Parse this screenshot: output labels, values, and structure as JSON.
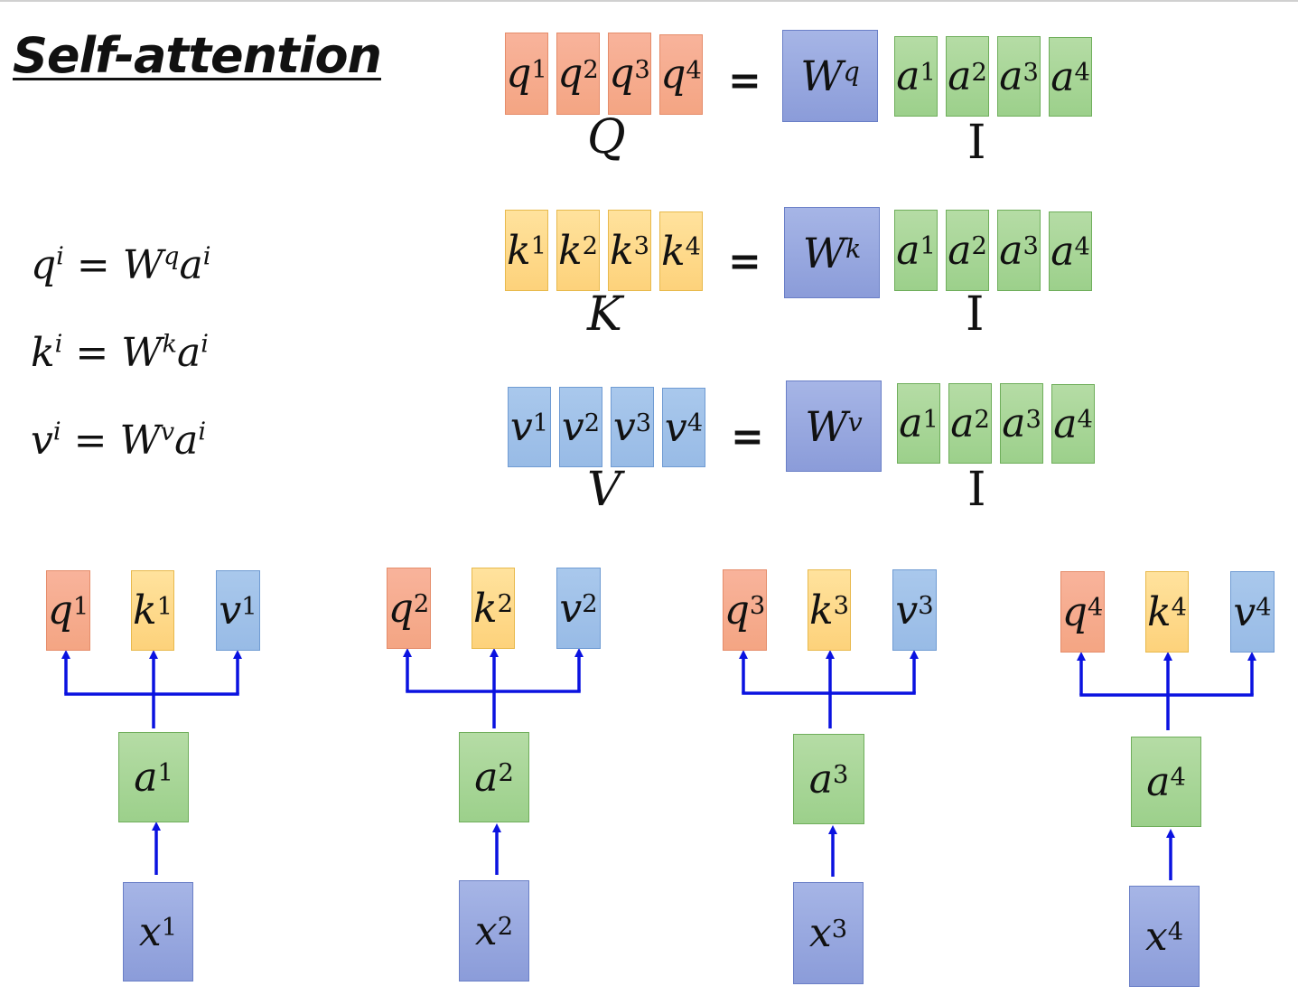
{
  "title": "Self-attention",
  "formulas": [
    {
      "lhs": "q",
      "lhs_sup": "i",
      "op": "=",
      "w": "W",
      "w_sup": "q",
      "a": "a",
      "a_sup": "i"
    },
    {
      "lhs": "k",
      "lhs_sup": "i",
      "op": "=",
      "w": "W",
      "w_sup": "k",
      "a": "a",
      "a_sup": "i"
    },
    {
      "lhs": "v",
      "lhs_sup": "i",
      "op": "=",
      "w": "W",
      "w_sup": "v",
      "a": "a",
      "a_sup": "i"
    }
  ],
  "matrix_rows": [
    {
      "vec": "q",
      "sups": [
        "1",
        "2",
        "3",
        "4"
      ],
      "eq": "=",
      "weight": "W",
      "weight_sup": "q",
      "inputs": "a",
      "input_sups": [
        "1",
        "2",
        "3",
        "4"
      ],
      "left_label": "Q",
      "right_label": "I"
    },
    {
      "vec": "k",
      "sups": [
        "1",
        "2",
        "3",
        "4"
      ],
      "eq": "=",
      "weight": "W",
      "weight_sup": "k",
      "inputs": "a",
      "input_sups": [
        "1",
        "2",
        "3",
        "4"
      ],
      "left_label": "K",
      "right_label": "I"
    },
    {
      "vec": "v",
      "sups": [
        "1",
        "2",
        "3",
        "4"
      ],
      "eq": "=",
      "weight": "W",
      "weight_sup": "v",
      "inputs": "a",
      "input_sups": [
        "1",
        "2",
        "3",
        "4"
      ],
      "left_label": "V",
      "right_label": "I"
    }
  ],
  "columns": [
    {
      "q": "q",
      "k": "k",
      "v": "v",
      "a": "a",
      "x": "x",
      "sup": "1"
    },
    {
      "q": "q",
      "k": "k",
      "v": "v",
      "a": "a",
      "x": "x",
      "sup": "2"
    },
    {
      "q": "q",
      "k": "k",
      "v": "v",
      "a": "a",
      "x": "x",
      "sup": "3"
    },
    {
      "q": "q",
      "k": "k",
      "v": "v",
      "a": "a",
      "x": "x",
      "sup": "4"
    }
  ],
  "colors": {
    "query": "#f4a583",
    "key": "#fdd27b",
    "value": "#98bbe6",
    "input": "#9cd08b",
    "weight": "#8b9cd9",
    "arrow": "#0a12e0"
  }
}
